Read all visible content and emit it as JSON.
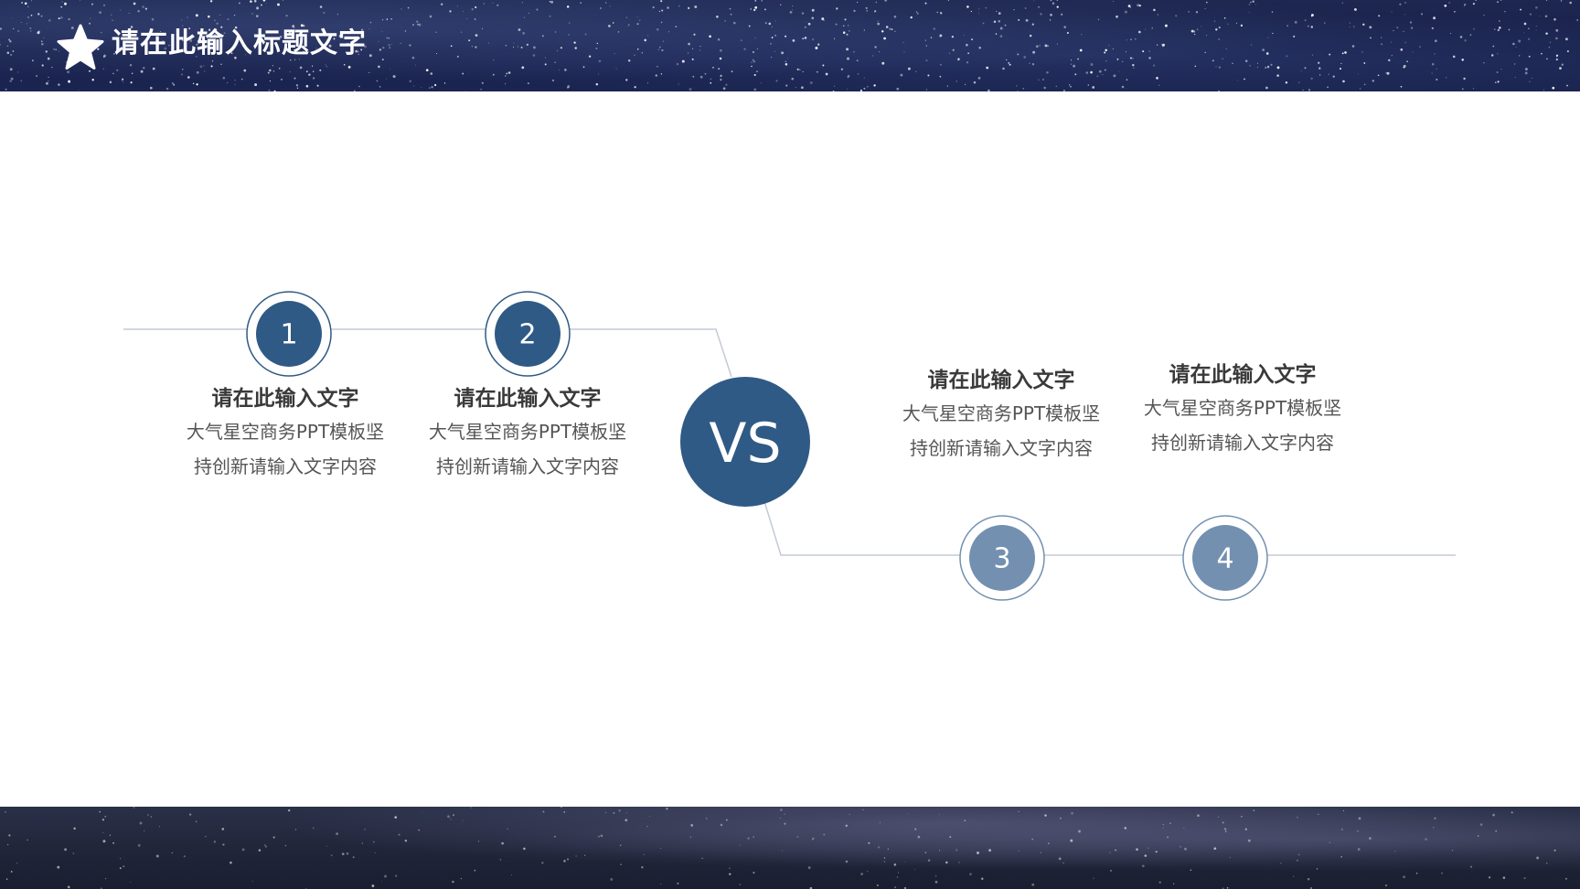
{
  "header": {
    "title": "请在此输入标题文字",
    "icon": "star-icon",
    "background_color": "#1b2450"
  },
  "footer": {
    "background_color": "#1f2438"
  },
  "diagram": {
    "center_label": "VS",
    "colors": {
      "primary": "#2f5a85",
      "secondary": "#7390b0",
      "line": "#c3cad6"
    },
    "nodes": [
      {
        "number": "1",
        "heading": "请在此输入文字",
        "line1": "大气星空商务PPT模板坚",
        "line2": "持创新请输入文字内容"
      },
      {
        "number": "2",
        "heading": "请在此输入文字",
        "line1": "大气星空商务PPT模板坚",
        "line2": "持创新请输入文字内容"
      },
      {
        "number": "3",
        "heading": "请在此输入文字",
        "line1": "大气星空商务PPT模板坚",
        "line2": "持创新请输入文字内容"
      },
      {
        "number": "4",
        "heading": "请在此输入文字",
        "line1": "大气星空商务PPT模板坚",
        "line2": "持创新请输入文字内容"
      }
    ]
  }
}
